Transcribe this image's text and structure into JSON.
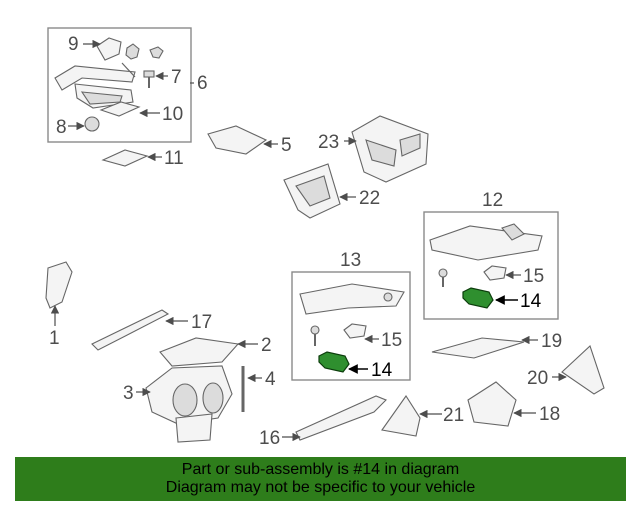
{
  "callouts": {
    "c1": "1",
    "c2": "2",
    "c3": "3",
    "c4": "4",
    "c5": "5",
    "c6": "6",
    "c7": "7",
    "c8": "8",
    "c9": "9",
    "c10": "10",
    "c11": "11",
    "c12": "12",
    "c13": "13",
    "c14a": "14",
    "c14b": "14",
    "c15a": "15",
    "c15b": "15",
    "c16": "16",
    "c17": "17",
    "c18": "18",
    "c19": "19",
    "c20": "20",
    "c21": "21",
    "c22": "22",
    "c23": "23"
  },
  "highlight_part": "14",
  "colors": {
    "highlight": "#2f8f2f",
    "banner": "#2e7d1b",
    "lines": "#4d4d4d"
  },
  "banner": {
    "line1": "Part or sub-assembly is #14 in diagram",
    "line2": "Diagram may not be specific to your vehicle"
  }
}
